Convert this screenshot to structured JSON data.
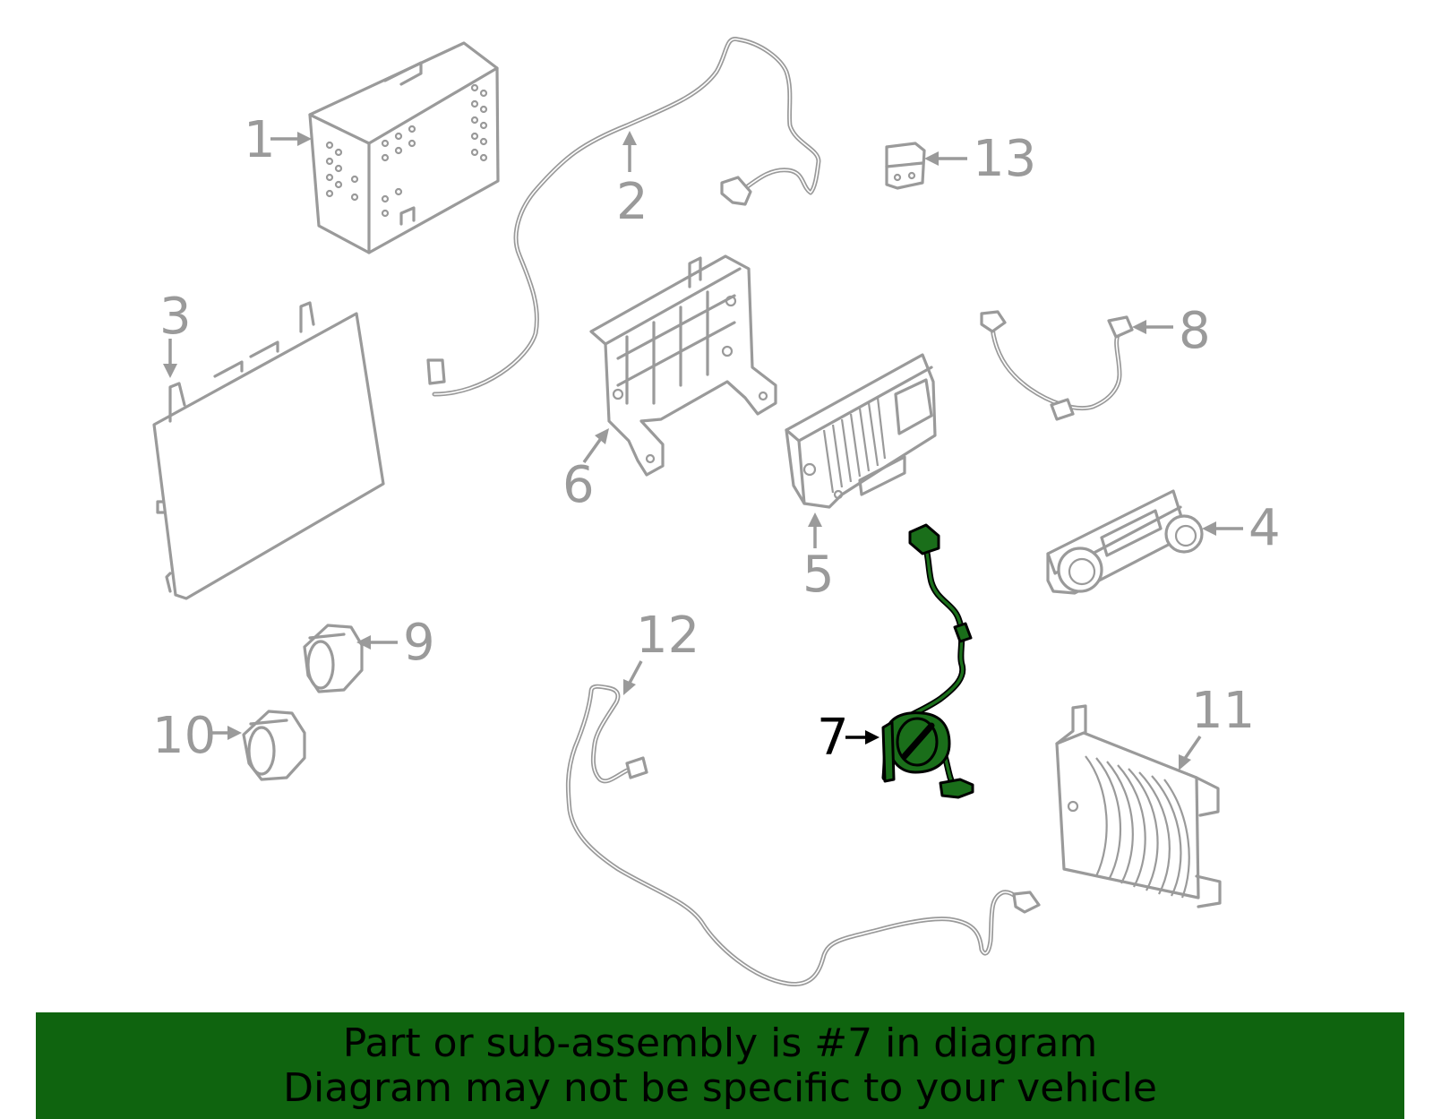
{
  "diagram": {
    "callouts": [
      {
        "id": "1",
        "label": "1"
      },
      {
        "id": "2",
        "label": "2"
      },
      {
        "id": "3",
        "label": "3"
      },
      {
        "id": "4",
        "label": "4"
      },
      {
        "id": "5",
        "label": "5"
      },
      {
        "id": "6",
        "label": "6"
      },
      {
        "id": "7",
        "label": "7",
        "highlighted": true
      },
      {
        "id": "8",
        "label": "8"
      },
      {
        "id": "9",
        "label": "9"
      },
      {
        "id": "10",
        "label": "10"
      },
      {
        "id": "11",
        "label": "11"
      },
      {
        "id": "12",
        "label": "12"
      },
      {
        "id": "13",
        "label": "13"
      }
    ],
    "colors": {
      "part_stroke": "#9a9a9a",
      "highlight_fill": "#1a6e1a",
      "highlight_stroke": "#000000",
      "banner_bg": "#0f640f"
    }
  },
  "banner": {
    "line1": "Part or sub-assembly is #7 in diagram",
    "line2": "Diagram may not be specific to your vehicle"
  }
}
